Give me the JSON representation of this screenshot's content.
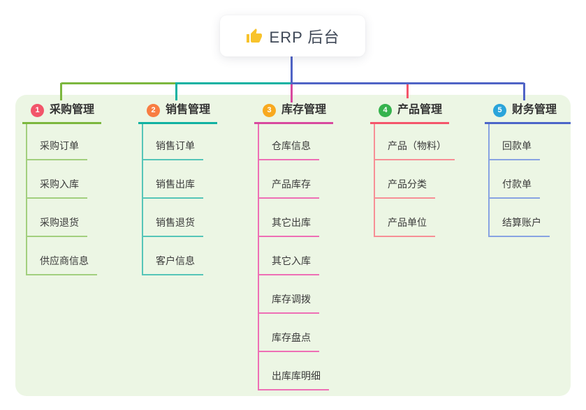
{
  "root": {
    "title": "ERP 后台",
    "icon": "thumbs-up"
  },
  "branches": [
    {
      "number": "1",
      "label": "采购管理",
      "badge_color": "#f2556a",
      "line_color": "#7cb73e",
      "child_line_color": "#a2cf7e",
      "children": [
        "采购订单",
        "采购入库",
        "采购退货",
        "供应商信息"
      ]
    },
    {
      "number": "2",
      "label": "销售管理",
      "badge_color": "#f87d42",
      "line_color": "#10b2a2",
      "child_line_color": "#55c5b8",
      "children": [
        "销售订单",
        "销售出库",
        "销售退货",
        "客户信息"
      ]
    },
    {
      "number": "3",
      "label": "库存管理",
      "badge_color": "#f8a91f",
      "line_color": "#d84a9f",
      "child_line_color": "#ee6fb5",
      "children": [
        "仓库信息",
        "产品库存",
        "其它出库",
        "其它入库",
        "库存调拨",
        "库存盘点",
        "出库库明细"
      ]
    },
    {
      "number": "4",
      "label": "产品管理",
      "badge_color": "#36b34e",
      "line_color": "#f4566b",
      "child_line_color": "#f78f96",
      "children": [
        "产品（物料）",
        "产品分类",
        "产品单位"
      ]
    },
    {
      "number": "5",
      "label": "财务管理",
      "badge_color": "#2aa4da",
      "line_color": "#4c66c8",
      "child_line_color": "#88a3e2",
      "children": [
        "回款单",
        "付款单",
        "结算账户"
      ]
    }
  ],
  "colors": {
    "panel_bg": "#ecf6e4",
    "root_line": "#5064c6",
    "bus_green": "#7cb73e",
    "bus_teal": "#10b2a2",
    "bus_blue": "#5064c6",
    "drop_magenta": "#d84a9f",
    "drop_red": "#f4566b"
  }
}
